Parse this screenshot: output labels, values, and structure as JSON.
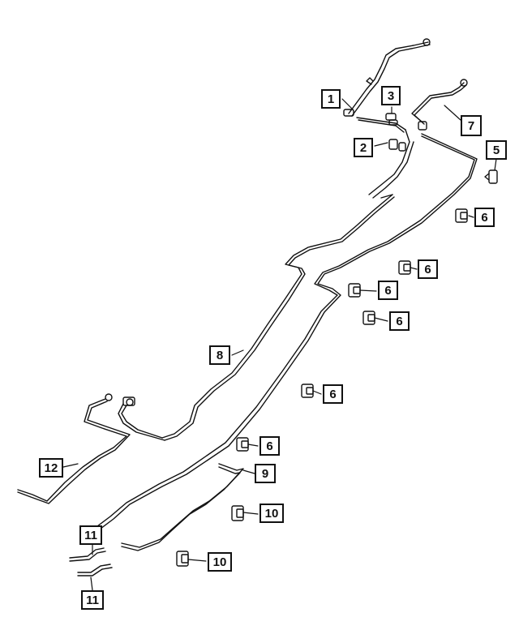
{
  "callouts": {
    "c1": "1",
    "c2": "2",
    "c3": "3",
    "c5": "5",
    "c6a": "6",
    "c6b": "6",
    "c6c": "6",
    "c6d": "6",
    "c6e": "6",
    "c6f": "6",
    "c7": "7",
    "c8": "8",
    "c9": "9",
    "c10a": "10",
    "c10b": "10",
    "c11a": "11",
    "c11b": "11",
    "c12": "12"
  },
  "colors": {
    "line": "#111111",
    "background": "#ffffff"
  }
}
